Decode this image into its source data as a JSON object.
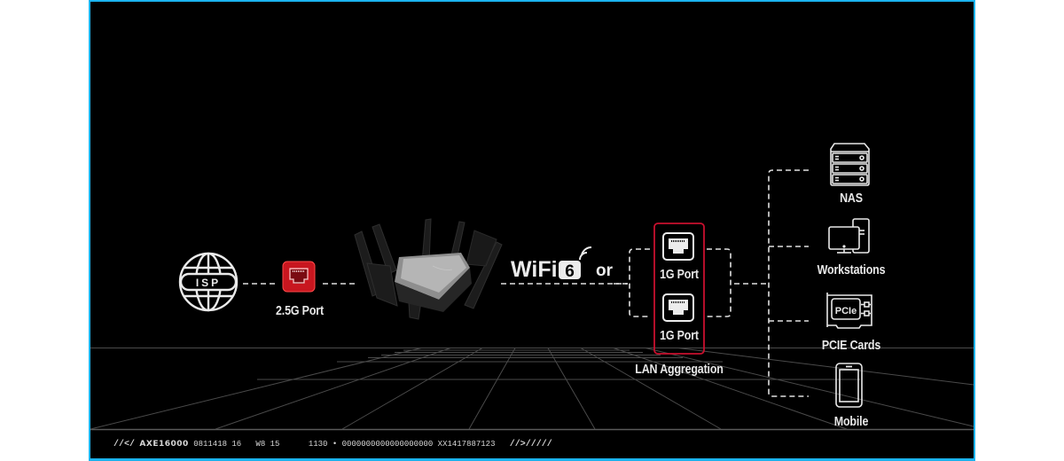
{
  "diagram": {
    "source": {
      "label": "ISP",
      "icon": "globe-icon"
    },
    "wan_port": {
      "label": "2.5G Port",
      "icon": "ethernet-port-icon",
      "color": "#d0202a"
    },
    "router": {
      "icon": "router-icon"
    },
    "wireless": {
      "label": "WiFi",
      "generation": "6",
      "conjunction": "or"
    },
    "lan": {
      "group_label": "LAN Aggregation",
      "group_border_color": "#c8102e",
      "ports": [
        {
          "label": "1G Port",
          "icon": "ethernet-port-icon"
        },
        {
          "label": "1G Port",
          "icon": "ethernet-port-icon"
        }
      ]
    },
    "devices": [
      {
        "label": "NAS",
        "icon": "nas-server-icon"
      },
      {
        "label": "Workstations",
        "icon": "workstation-icon"
      },
      {
        "label": "PCIE Cards",
        "icon": "pcie-card-icon",
        "icon_text": "PCIe"
      },
      {
        "label": "Mobile",
        "icon": "mobile-phone-icon"
      }
    ]
  },
  "footer": {
    "prefix": "//</",
    "model": "AXE16000",
    "code1": "0811418 16",
    "code2": "W8 15",
    "code3": "1130 • 0000000000000000000 XX1417887123",
    "suffix": "//>/////"
  },
  "colors": {
    "background": "#000000",
    "frame_border": "#1bb3ef",
    "accent_red": "#d0202a",
    "foreground": "#e8e8e8",
    "grid": "#555555"
  }
}
